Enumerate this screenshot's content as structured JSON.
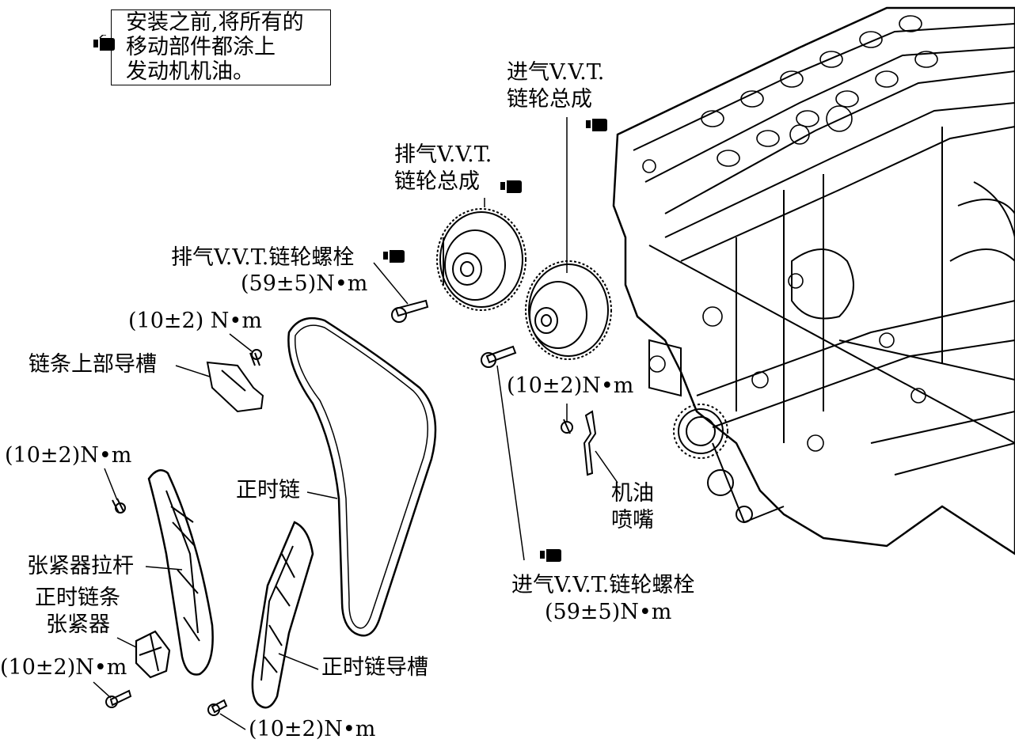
{
  "note": {
    "lines": [
      "安装之前,将所有的",
      "移动部件都涂上",
      "发动机机油。"
    ]
  },
  "labels": {
    "intake_vvt_line1": "进气V.V.T.",
    "intake_vvt_line2": "链轮总成",
    "exhaust_vvt_line1": "排气V.V.T.",
    "exhaust_vvt_line2": "链轮总成",
    "exhaust_bolt": "排气V.V.T.链轮螺栓",
    "exhaust_bolt_torque": "(59±5)N•m",
    "torque_upper_guide": "(10±2) N•m",
    "upper_chain_guide": "链条上部导槽",
    "torque_tensioner_arm": "(10±2)N•m",
    "timing_chain": "正时链",
    "tensioner_arm": "张紧器拉杆",
    "chain_tensioner_line1": "正时链条",
    "chain_tensioner_line2": "张紧器",
    "torque_tensioner": "(10±2)N•m",
    "timing_chain_guide": "正时链导槽",
    "torque_guide_bottom": "(10±2)N•m",
    "torque_oil_nozzle": "(10±2)N•m",
    "oil_nozzle_line1": "机油",
    "oil_nozzle_line2": "喷嘴",
    "intake_bolt": "进气V.V.T.链轮螺栓",
    "intake_bolt_torque": "(59±5)N•m"
  },
  "icons": {
    "oil_icon": "oil-can-icon"
  }
}
